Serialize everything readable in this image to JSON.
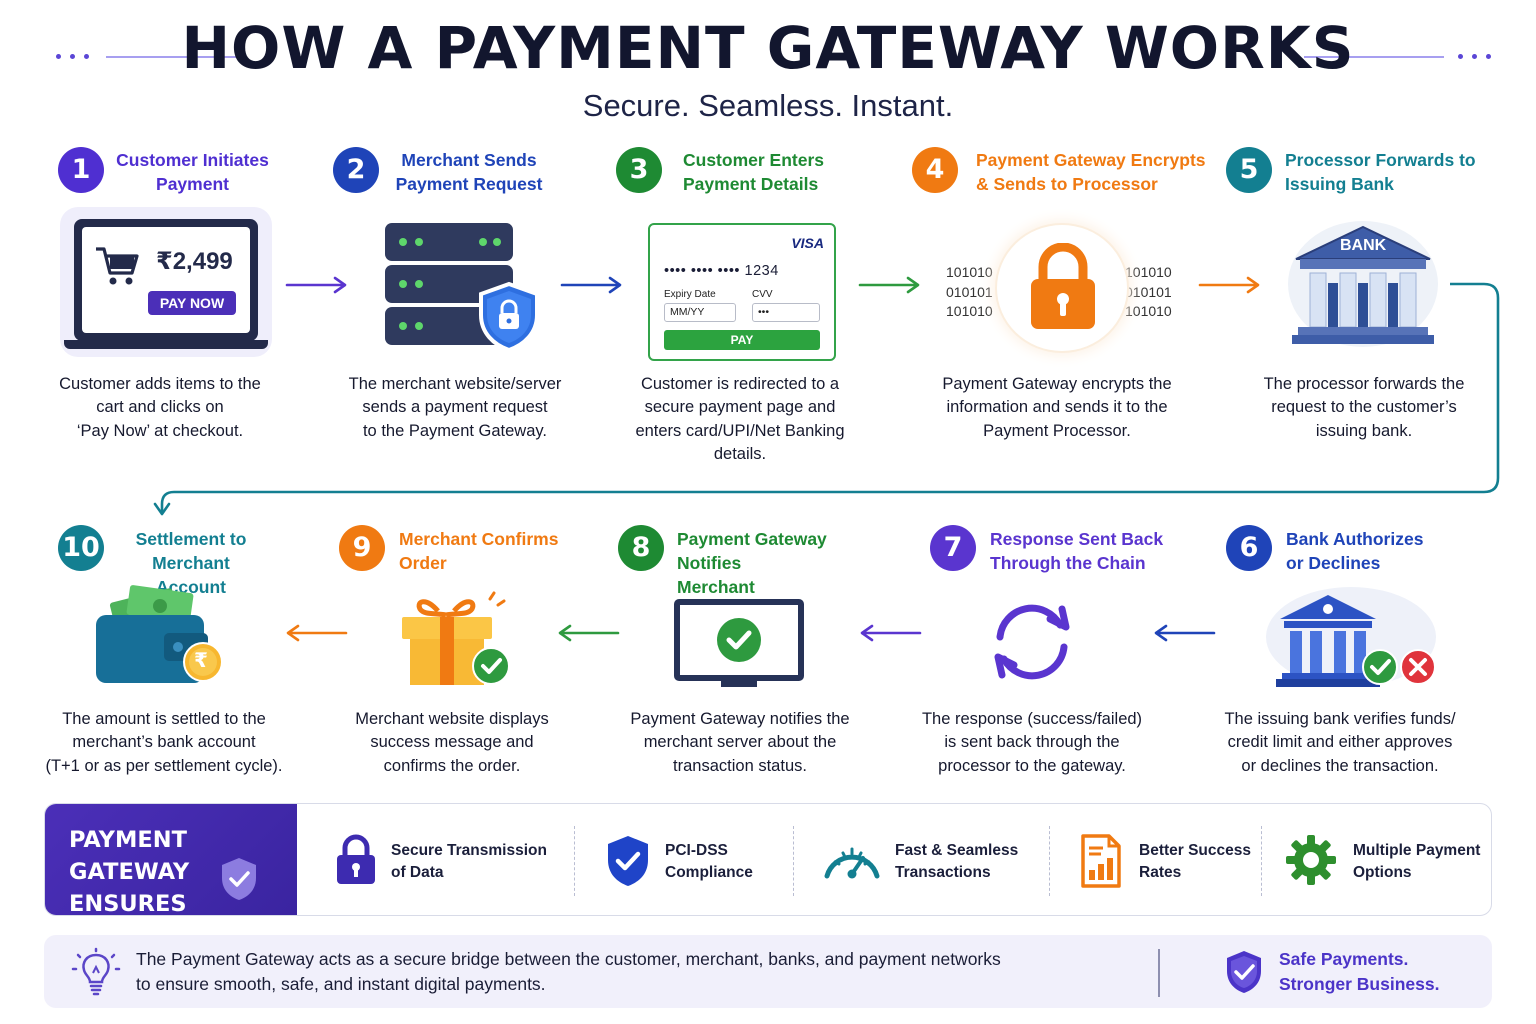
{
  "header": {
    "title": "HOW A PAYMENT GATEWAY WORKS",
    "subtitle": "Secure. Seamless. Instant."
  },
  "steps": [
    {
      "number": "1",
      "title": "Customer Initiates\nPayment",
      "description": "Customer adds items to the\ncart and clicks on\n‘Pay Now’ at checkout.",
      "color": "#4f2fd1",
      "icon": "laptop-checkout-icon",
      "amount": "₹2,499",
      "button": "PAY NOW"
    },
    {
      "number": "2",
      "title": "Merchant Sends\nPayment Request",
      "description": "The merchant website/server\nsends a payment request\nto the Payment Gateway.",
      "color": "#1f44b8",
      "icon": "server-shield-icon"
    },
    {
      "number": "3",
      "title": "Customer Enters\nPayment Details",
      "description": "Customer is redirected to a\nsecure payment page and\nenters card/UPI/Net Banking\ndetails.",
      "color": "#1e8a33",
      "icon": "payment-card-form-icon",
      "card_brand": "VISA",
      "card_number": "•••• •••• •••• 1234",
      "expiry_label": "Expiry Date",
      "expiry_value": "MM/YY",
      "cvv_label": "CVV",
      "cvv_value": "•••",
      "pay_label": "PAY"
    },
    {
      "number": "4",
      "title": "Payment Gateway Encrypts\n& Sends to Processor",
      "description": "Payment Gateway encrypts the\ninformation and sends it to the\nPayment Processor.",
      "color": "#f07a12",
      "icon": "padlock-encryption-icon",
      "binary_left": "101010\n010101\n101010",
      "binary_right": "101010\n010101\n101010"
    },
    {
      "number": "5",
      "title": "Processor Forwards to\nIssuing Bank",
      "description": "The processor forwards the\nrequest to the customer’s\nissuing bank.",
      "color": "#137f91",
      "icon": "bank-building-icon",
      "bank_label": "BANK"
    },
    {
      "number": "6",
      "title": "Bank Authorizes\nor Declines",
      "description": "The issuing bank verifies funds/\ncredit limit and either approves\nor declines the transaction.",
      "color": "#1f44b8",
      "icon": "bank-approve-decline-icon"
    },
    {
      "number": "7",
      "title": "Response Sent Back\nThrough the Chain",
      "description": "The response (success/failed)\nis sent back through the\nprocessor to the gateway.",
      "color": "#5a35cf",
      "icon": "sync-arrows-icon"
    },
    {
      "number": "8",
      "title": "Payment Gateway Notifies\nMerchant",
      "description": "Payment Gateway notifies the\nmerchant server about the\ntransaction status.",
      "color": "#1e8a33",
      "icon": "monitor-check-icon"
    },
    {
      "number": "9",
      "title": "Merchant Confirms\nOrder",
      "description": "Merchant website displays\nsuccess message and\nconfirms the order.",
      "color": "#f07a12",
      "icon": "gift-check-icon"
    },
    {
      "number": "10",
      "title": "Settlement to\nMerchant Account",
      "description": "The amount is settled to the\nmerchant’s bank account\n(T+1 or as per settlement cycle).",
      "color": "#137f91",
      "icon": "wallet-rupee-icon",
      "coin_symbol": "₹"
    }
  ],
  "ensures": {
    "heading": "PAYMENT GATEWAY\nENSURES",
    "features": [
      {
        "label": "Secure Transmission\nof Data",
        "icon": "padlock-icon",
        "color": "#3d2bb0"
      },
      {
        "label": "PCI-DSS\nCompliance",
        "icon": "shield-check-icon",
        "color": "#1f44c8"
      },
      {
        "label": "Fast & Seamless\nTransactions",
        "icon": "speedometer-icon",
        "color": "#137f91"
      },
      {
        "label": "Better Success\nRates",
        "icon": "report-chart-icon",
        "color": "#f07a12"
      },
      {
        "label": "Multiple Payment\nOptions",
        "icon": "gear-icon",
        "color": "#2e8f2e"
      }
    ]
  },
  "footer": {
    "text": "The Payment Gateway acts as a secure bridge between the customer, merchant, banks, and payment networks\nto ensure smooth, safe, and instant digital payments.",
    "tagline": "Safe Payments.\nStronger Business.",
    "icon": "lightbulb-icon",
    "tag_icon": "shield-check-icon"
  }
}
